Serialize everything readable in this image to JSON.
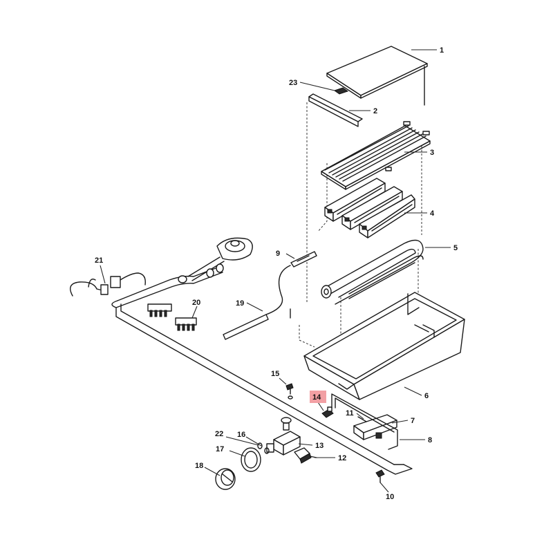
{
  "callouts": [
    {
      "id": "c1",
      "label": "1"
    },
    {
      "id": "c2",
      "label": "2"
    },
    {
      "id": "c3",
      "label": "3"
    },
    {
      "id": "c4",
      "label": "4"
    },
    {
      "id": "c5",
      "label": "5"
    },
    {
      "id": "c6",
      "label": "6"
    },
    {
      "id": "c7",
      "label": "7"
    },
    {
      "id": "c8",
      "label": "8"
    },
    {
      "id": "c9",
      "label": "9"
    },
    {
      "id": "c10",
      "label": "10"
    },
    {
      "id": "c11",
      "label": "11"
    },
    {
      "id": "c12",
      "label": "12"
    },
    {
      "id": "c13",
      "label": "13"
    },
    {
      "id": "c14",
      "label": "14",
      "highlighted": true
    },
    {
      "id": "c15",
      "label": "15"
    },
    {
      "id": "c16",
      "label": "16"
    },
    {
      "id": "c17",
      "label": "17"
    },
    {
      "id": "c18",
      "label": "18"
    },
    {
      "id": "c19",
      "label": "19"
    },
    {
      "id": "c20",
      "label": "20"
    },
    {
      "id": "c21",
      "label": "21"
    },
    {
      "id": "c22",
      "label": "22"
    },
    {
      "id": "c23",
      "label": "23"
    }
  ],
  "colors": {
    "highlight": "#f2a0a4",
    "line": "#1a1a1a",
    "background": "#ffffff"
  }
}
